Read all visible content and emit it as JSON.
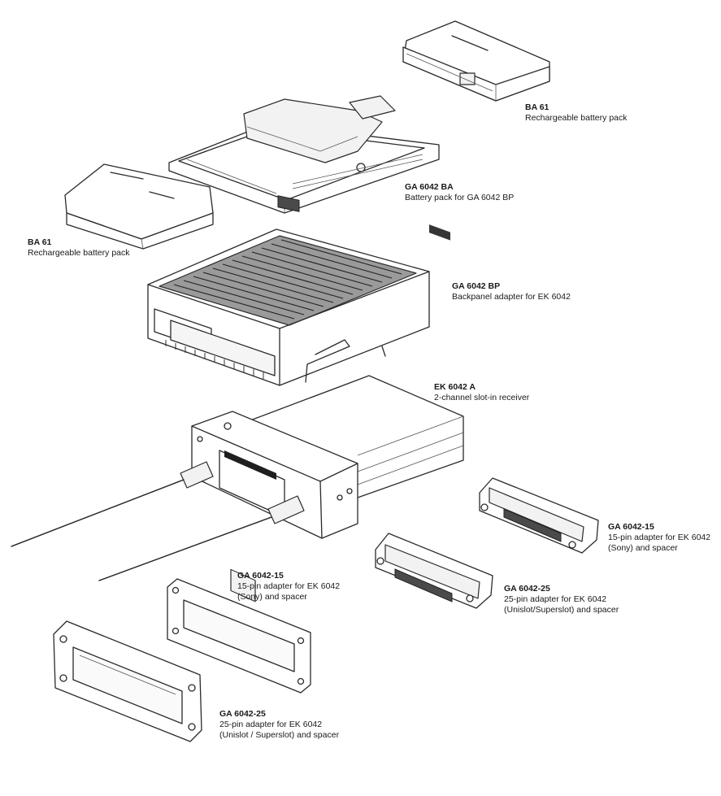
{
  "callouts": {
    "ba61_top": {
      "code": "BA 61",
      "desc": "Rechargeable battery pack"
    },
    "ga6042ba": {
      "code": "GA 6042 BA",
      "desc": "Battery pack for GA 6042 BP"
    },
    "ba61_left": {
      "code": "BA 61",
      "desc": "Rechargeable battery pack"
    },
    "ga6042bp": {
      "code": "GA 6042 BP",
      "desc": "Backpanel adapter for EK 6042"
    },
    "ek6042a": {
      "code": "EK 6042 A",
      "desc": "2-channel slot-in receiver"
    },
    "ga604215_right": {
      "code": "GA 6042-15",
      "desc": "15-pin adapter for EK 6042",
      "desc2": "(Sony) and spacer"
    },
    "ga604225_right": {
      "code": "GA 6042-25",
      "desc": "25-pin adapter for EK 6042",
      "desc2": "(Unislot/Superslot) and spacer"
    },
    "ga604215_left": {
      "code": "GA 6042-15",
      "desc": "15-pin adapter for EK 6042",
      "desc2": "(Sony) and spacer"
    },
    "ga604225_left": {
      "code": "GA 6042-25",
      "desc": "25-pin adapter for EK 6042",
      "desc2": "(Unislot / Superslot) and spacer"
    }
  }
}
